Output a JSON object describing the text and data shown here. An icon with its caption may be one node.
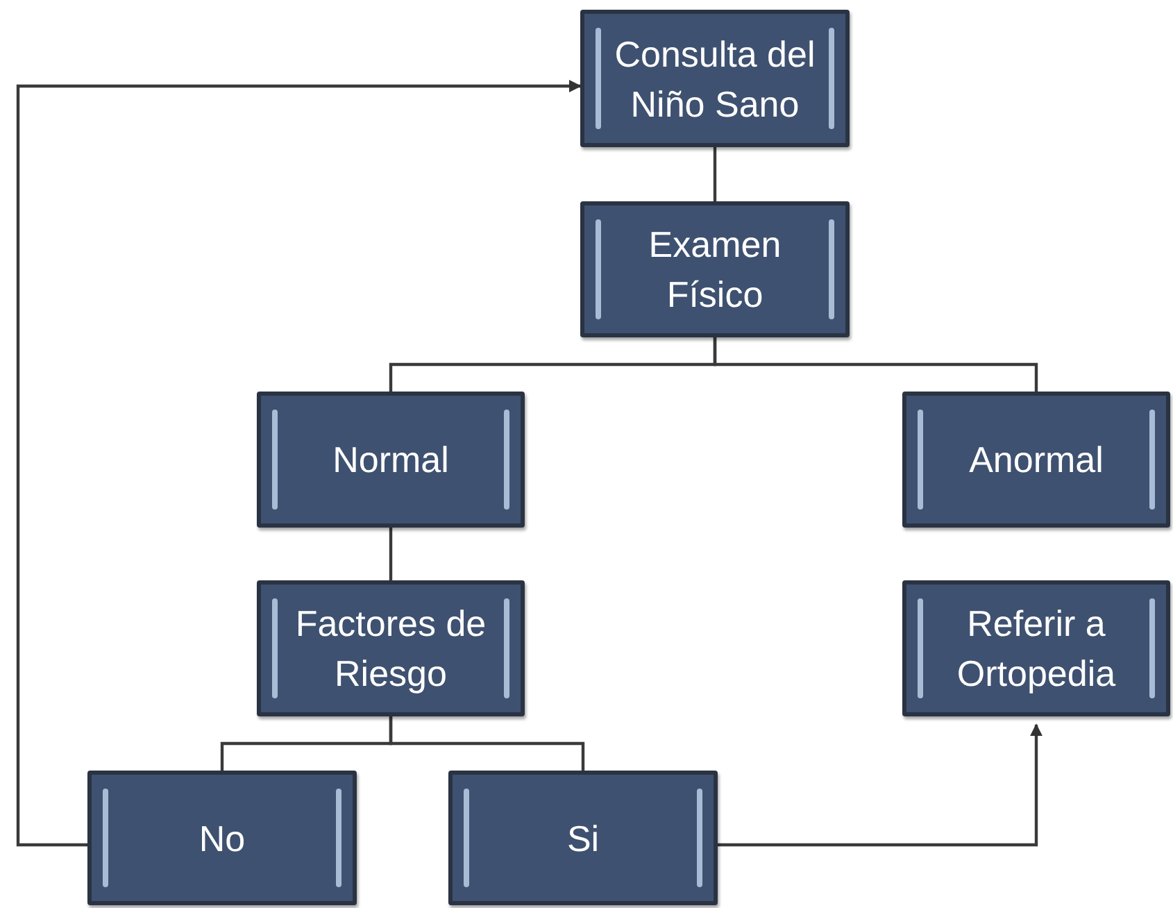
{
  "diagram": {
    "nodes": [
      {
        "text": [
          "Consulta del Niño Sano"
        ]
      },
      {
        "text": [
          "Examen Físico"
        ]
      },
      {
        "text": [
          "Normal"
        ]
      },
      {
        "text": [
          "Anormal"
        ]
      },
      {
        "text": [
          "Factores de Riesgo"
        ]
      },
      {
        "text": [
          "Referir a Ortopedia"
        ]
      },
      {
        "text": [
          "No"
        ]
      },
      {
        "text": [
          "Si"
        ]
      }
    ],
    "edges": [
      {
        "from": 0,
        "to": 1,
        "arrow": "none"
      },
      {
        "from": 1,
        "to": 2,
        "arrow": "none"
      },
      {
        "from": 1,
        "to": 3,
        "arrow": "none"
      },
      {
        "from": 2,
        "to": 4,
        "arrow": "none"
      },
      {
        "from": 4,
        "to": 6,
        "arrow": "none"
      },
      {
        "from": 4,
        "to": 7,
        "arrow": "none"
      },
      {
        "from": 6,
        "to": 0,
        "arrow": "to"
      },
      {
        "from": 7,
        "to": 5,
        "arrow": "to"
      }
    ]
  }
}
